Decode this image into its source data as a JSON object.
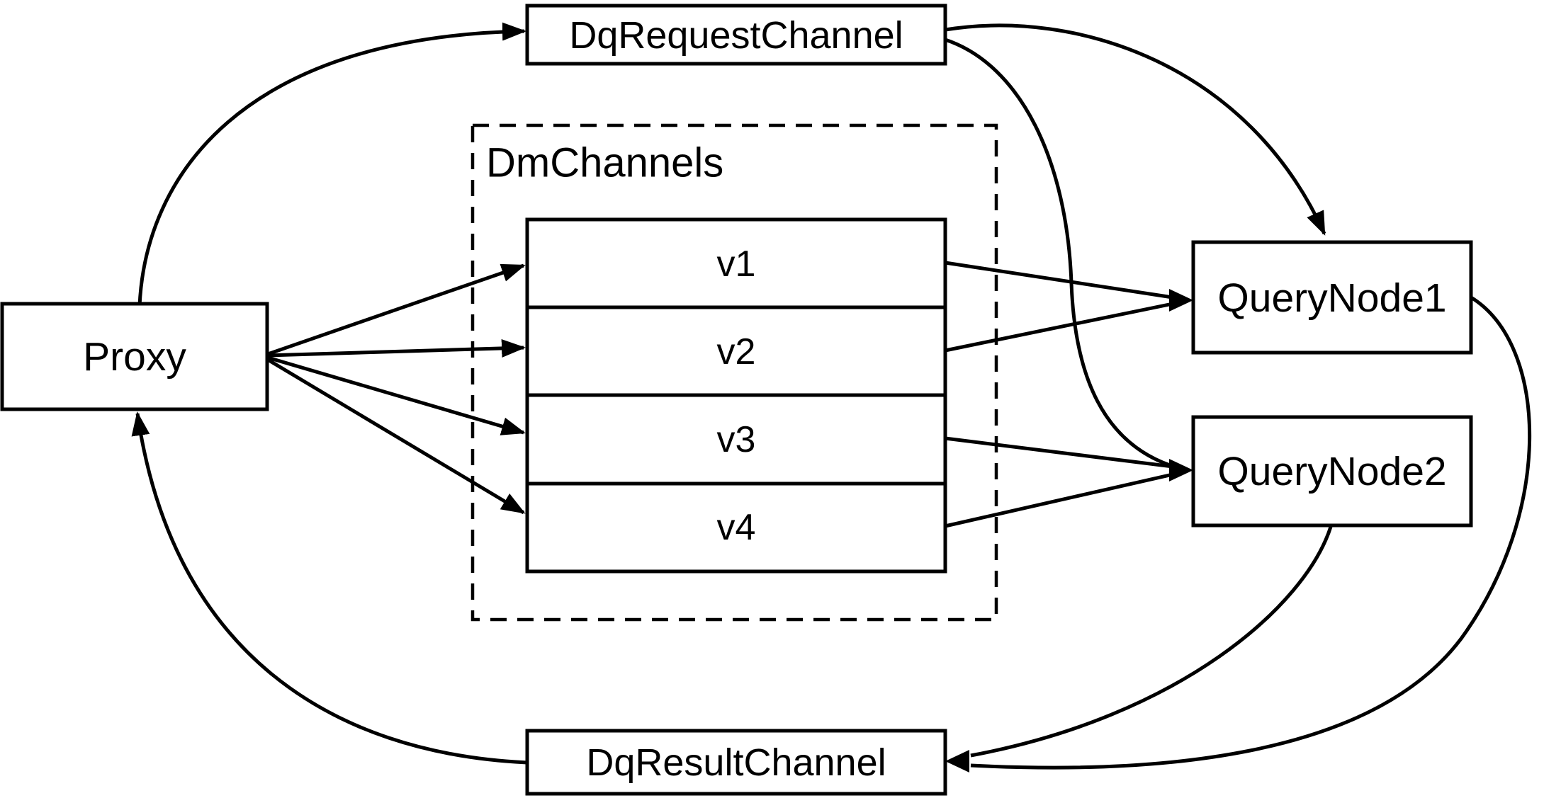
{
  "diagram": {
    "type": "flow-diagram",
    "colors": {
      "stroke": "#000000",
      "node_fill": "#ffffff",
      "background": "#ffffff"
    },
    "nodes": {
      "proxy": {
        "label": "Proxy"
      },
      "dq_request_channel": {
        "label": "DqRequestChannel"
      },
      "dm_channels": {
        "label": "DmChannels"
      },
      "query_node_1": {
        "label": "QueryNode1"
      },
      "query_node_2": {
        "label": "QueryNode2"
      },
      "dq_result_channel": {
        "label": "DqResultChannel"
      }
    },
    "channels": [
      {
        "label": "v1"
      },
      {
        "label": "v2"
      },
      {
        "label": "v3"
      },
      {
        "label": "v4"
      }
    ],
    "edges": [
      {
        "from": "Proxy",
        "to": "DqRequestChannel"
      },
      {
        "from": "Proxy",
        "to": "v1"
      },
      {
        "from": "Proxy",
        "to": "v2"
      },
      {
        "from": "Proxy",
        "to": "v3"
      },
      {
        "from": "Proxy",
        "to": "v4"
      },
      {
        "from": "v1",
        "to": "QueryNode1"
      },
      {
        "from": "v2",
        "to": "QueryNode1"
      },
      {
        "from": "v3",
        "to": "QueryNode2"
      },
      {
        "from": "v4",
        "to": "QueryNode2"
      },
      {
        "from": "DqRequestChannel",
        "to": "QueryNode1"
      },
      {
        "from": "DqRequestChannel",
        "to": "QueryNode2"
      },
      {
        "from": "QueryNode1",
        "to": "DqResultChannel"
      },
      {
        "from": "QueryNode2",
        "to": "DqResultChannel"
      },
      {
        "from": "DqResultChannel",
        "to": "Proxy"
      }
    ]
  }
}
